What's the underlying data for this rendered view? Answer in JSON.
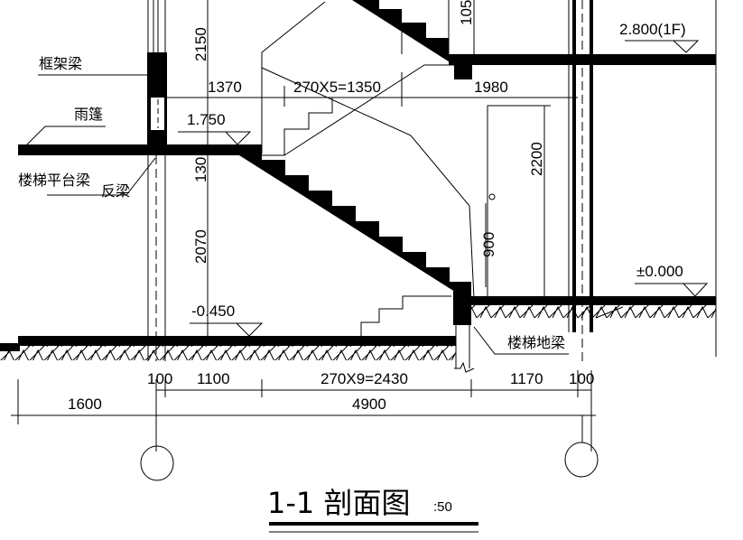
{
  "title": {
    "main": "1-1 剖面图",
    "scale": ":50"
  },
  "labels": {
    "frame_beam": "框架梁",
    "canopy": "雨篷",
    "landing_beam": "楼梯平台梁",
    "inverted_beam": "反梁",
    "ground_beam": "楼梯地梁"
  },
  "elevations": {
    "landing": "1.750",
    "floor_1f": "2.800(1F)",
    "ground": "±0.000",
    "lower": "-0.450"
  },
  "dimensions": {
    "v_2150": "2150",
    "v_130": "130",
    "v_2070": "2070",
    "v_105": "105",
    "v_2200": "2200",
    "v_900": "900",
    "h_1370": "1370",
    "h_upper_flight": "270X5=1350",
    "h_1980": "1980",
    "b_100a": "100",
    "b_1100": "1100",
    "b_lower_flight": "270X9=2430",
    "b_1170": "1170",
    "b_100b": "100",
    "t_1600": "1600",
    "t_4900": "4900"
  },
  "colors": {
    "ink": "#000000",
    "paper": "#ffffff"
  }
}
